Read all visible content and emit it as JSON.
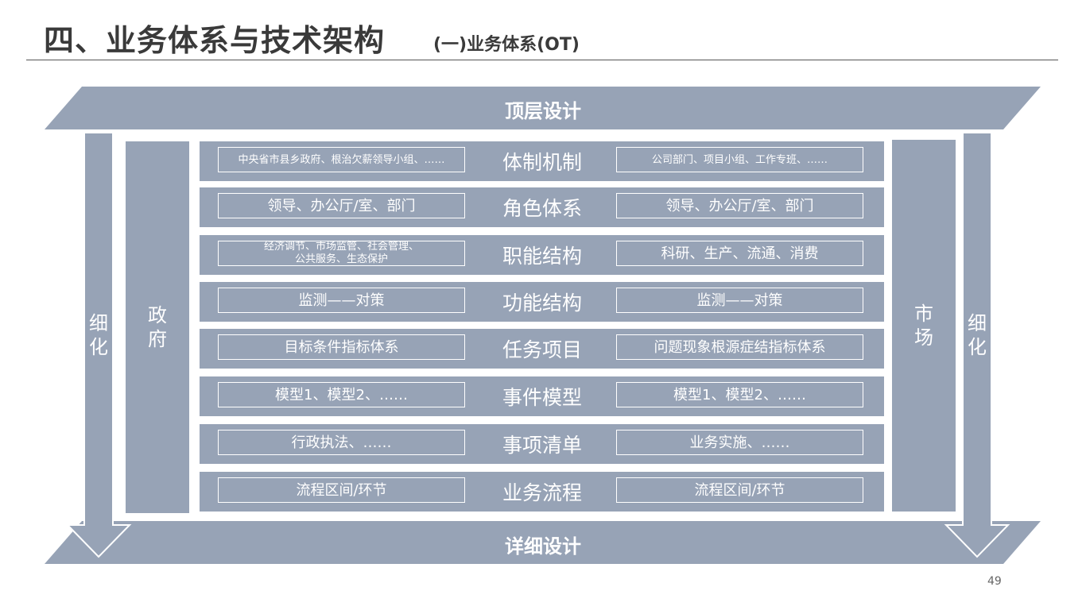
{
  "title": {
    "main": "四、业务体系与技术架构",
    "sub": "(一)业务体系(OT)"
  },
  "banners": {
    "top": "顶层设计",
    "bottom": "详细设计"
  },
  "side_labels": {
    "left_arrow": "细\n化",
    "right_arrow": "细\n化",
    "government": "政\n府",
    "market": "市\n场"
  },
  "rows": [
    {
      "center": "体制机制",
      "left": "中央省市县乡政府、根治欠薪领导小组、……",
      "right": "公司部门、项目小组、工作专班、……"
    },
    {
      "center": "角色体系",
      "left": "领导、办公厅/室、部门",
      "right": "领导、办公厅/室、部门"
    },
    {
      "center": "职能结构",
      "left": "经济调节、市场监管、社会管理、\n公共服务、生态保护",
      "right": "科研、生产、流通、消费"
    },
    {
      "center": "功能结构",
      "left": "监测——对策",
      "right": "监测——对策"
    },
    {
      "center": "任务项目",
      "left": "目标条件指标体系",
      "right": "问题现象根源症结指标体系"
    },
    {
      "center": "事件模型",
      "left": "模型1、模型2、……",
      "right": "模型1、模型2、……"
    },
    {
      "center": "事项清单",
      "left": "行政执法、……",
      "right": "业务实施、……"
    },
    {
      "center": "业务流程",
      "left": "流程区间/环节",
      "right": "流程区间/环节"
    }
  ],
  "page_number": "49",
  "colors": {
    "fill": "#97a3b6",
    "text_dark": "#3a3a3a",
    "text_light": "#ffffff"
  }
}
